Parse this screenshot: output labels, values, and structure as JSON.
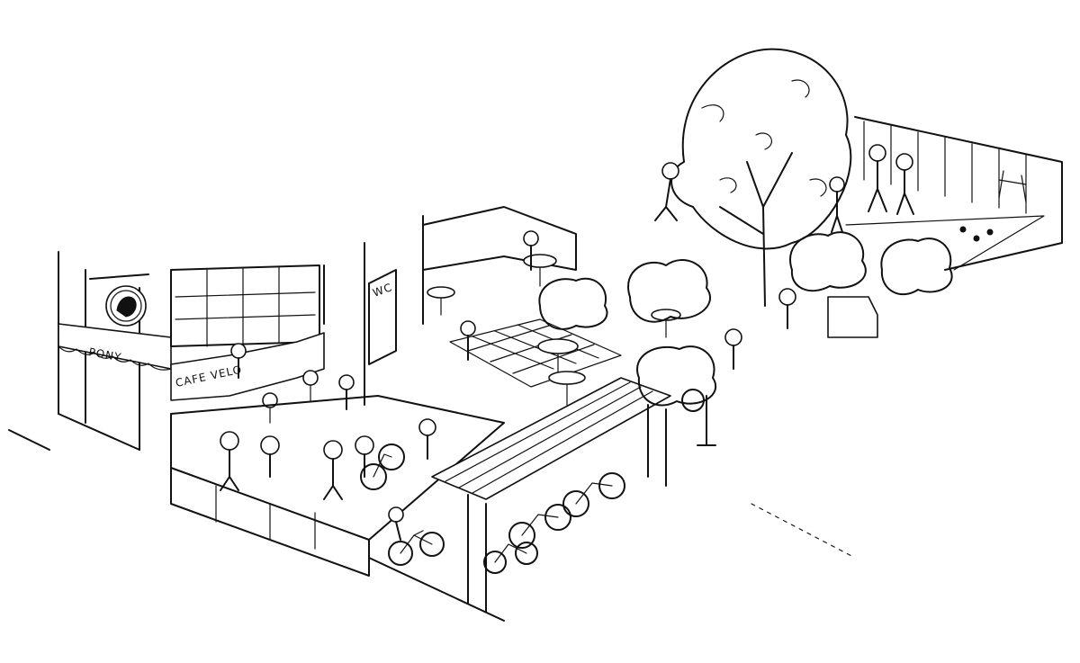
{
  "illustration": {
    "style": "black-ink line drawing",
    "ink_color": "#111111",
    "paper_color": "#ffffff",
    "signs": {
      "awning": "PONY",
      "wc_door": "WC",
      "cafe": "CAFE VELO"
    },
    "icons": [
      "pony-head-sign-icon",
      "bicycle-icon",
      "tree-icon",
      "table-icon",
      "person-icon"
    ]
  }
}
